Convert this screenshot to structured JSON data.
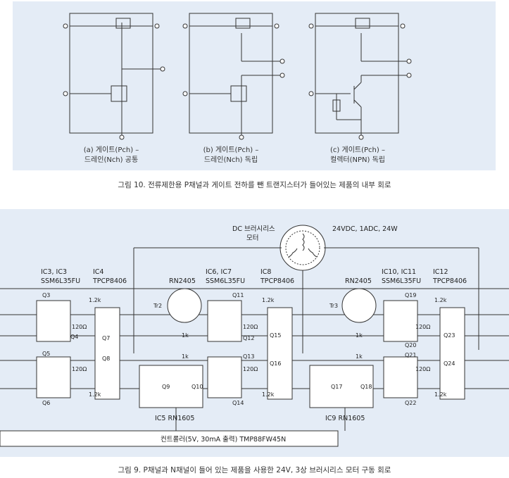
{
  "figure10": {
    "caption": "그림 10. 전류제한용 P채널과 게이트 전하를 뺀 트랜지스터가 들어있는 제품의 내부 회로",
    "panels": [
      {
        "label_line1": "(a) 게이트(Pch) –",
        "label_line2": "드레인(Nch) 공통"
      },
      {
        "label_line1": "(b) 게이트(Pch) –",
        "label_line2": "드레인(Nch) 독립"
      },
      {
        "label_line1": "(c) 게이트(Pch) –",
        "label_line2": "컬렉터(NPN) 독립"
      }
    ]
  },
  "figure9": {
    "caption": "그림 9. P채널과 N채널이 들어 있는 제품을 사용한 24V, 3상 브러시리스 모터 구동 회로",
    "motor": {
      "label_line1": "DC 브러시리스",
      "label_line2": "모터",
      "rating": "24VDC, 1ADC, 24W"
    },
    "ic_labels": {
      "ic3_ic5": "IC3, IC3",
      "ssm_a": "SSM6L35FU",
      "ic4": "IC4",
      "tpcp_a": "TPCP8406",
      "rn_a": "RN2405",
      "ic6_ic7": "IC6, IC7",
      "ssm_b": "SSM6L35FU",
      "ic8": "IC8",
      "tpcp_b": "TPCP8406",
      "rn_b": "RN2405",
      "ic10_ic11": "IC10, IC11",
      "ssm_c": "SSM6L35FU",
      "ic12": "IC12",
      "tpcp_c": "TPCP8406",
      "ic5_rn": "IC5 RN1605",
      "ic9_rn": "IC9 RN1605"
    },
    "components": {
      "q3": "Q3",
      "q4": "Q4",
      "q5": "Q5",
      "q6": "Q6",
      "q7": "Q7",
      "q8": "Q8",
      "q9": "Q9",
      "q10": "Q10",
      "q11": "Q11",
      "q12": "Q12",
      "q13": "Q13",
      "q14": "Q14",
      "q15": "Q15",
      "q16": "Q16",
      "q17": "Q17",
      "q18": "Q18",
      "q19": "Q19",
      "q20": "Q20",
      "q21": "Q21",
      "q22": "Q22",
      "q23": "Q23",
      "q24": "Q24",
      "tr2": "Tr2",
      "tr3": "Tr3",
      "r_1_2k": "1.2k",
      "r_120": "120Ω",
      "r_1k": "1k"
    },
    "controller": "컨트롤러(5V, 30mA 출력) TMP88FW45N"
  }
}
